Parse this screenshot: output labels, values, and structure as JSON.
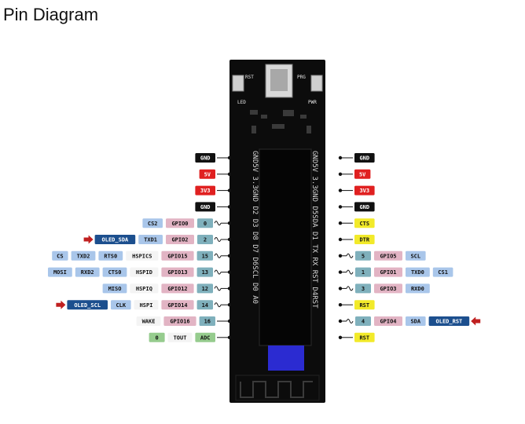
{
  "page": {
    "title": "Pin Diagram"
  },
  "colors": {
    "black": "#111111",
    "red": "#e02020",
    "yellow": "#f2ea2a",
    "gpio": "#e2b4c4",
    "num": "#7fb0bc",
    "func": "#a9c6ea",
    "white": "#f4f4f4",
    "darkblue": "#1c4f8e",
    "green": "#96cc8e",
    "arrow": "#c02020",
    "board": "#0c0c0c",
    "screen": "#111111",
    "oledblue": "#2b2bd1"
  },
  "board": {
    "left_silk": "GND5V 3.3GND D2 D3 D8 D7 D6SCL D0 A0",
    "right_silk": "GND5V 3.3GND D5SDA D1 TX RX RST D4RST",
    "top_left_tag": "RST",
    "top_right_tag": "PRG",
    "left_label_small": "LED",
    "right_label_small": "PWR"
  },
  "left_rows": [
    {
      "labels": [
        {
          "text": "GND",
          "color": "black"
        }
      ],
      "wave": false
    },
    {
      "labels": [
        {
          "text": "5V",
          "color": "red"
        }
      ],
      "wave": false
    },
    {
      "labels": [
        {
          "text": "3V3",
          "color": "red"
        }
      ],
      "wave": false
    },
    {
      "labels": [
        {
          "text": "GND",
          "color": "black"
        }
      ],
      "wave": false
    },
    {
      "labels": [
        {
          "text": "CS2",
          "color": "func"
        },
        {
          "text": "GPIO0",
          "color": "gpio"
        },
        {
          "text": "0",
          "color": "num"
        }
      ],
      "wave": true
    },
    {
      "labels": [
        {
          "text": "OLED_SDA",
          "color": "darkblue"
        },
        {
          "text": "TXD1",
          "color": "func"
        },
        {
          "text": "GPIO2",
          "color": "gpio"
        },
        {
          "text": "2",
          "color": "num"
        }
      ],
      "wave": true,
      "arrow": true
    },
    {
      "labels": [
        {
          "text": "CS",
          "color": "func"
        },
        {
          "text": "TXD2",
          "color": "func"
        },
        {
          "text": "RTS0",
          "color": "func"
        },
        {
          "text": "HSPICS",
          "color": "white"
        },
        {
          "text": "GPIO15",
          "color": "gpio"
        },
        {
          "text": "15",
          "color": "num"
        }
      ],
      "wave": true
    },
    {
      "labels": [
        {
          "text": "MOSI",
          "color": "func"
        },
        {
          "text": "RXD2",
          "color": "func"
        },
        {
          "text": "CTS0",
          "color": "func"
        },
        {
          "text": "HSPID",
          "color": "white"
        },
        {
          "text": "GPIO13",
          "color": "gpio"
        },
        {
          "text": "13",
          "color": "num"
        }
      ],
      "wave": true
    },
    {
      "labels": [
        {
          "text": "MISO",
          "color": "func"
        },
        {
          "text": "HSPIQ",
          "color": "white"
        },
        {
          "text": "GPIO12",
          "color": "gpio"
        },
        {
          "text": "12",
          "color": "num"
        }
      ],
      "wave": true
    },
    {
      "labels": [
        {
          "text": "OLED_SCL",
          "color": "darkblue"
        },
        {
          "text": "CLK",
          "color": "func"
        },
        {
          "text": "HSPI",
          "color": "white"
        },
        {
          "text": "GPIO14",
          "color": "gpio"
        },
        {
          "text": "14",
          "color": "num"
        }
      ],
      "wave": true,
      "arrow": true
    },
    {
      "labels": [
        {
          "text": "WAKE",
          "color": "white"
        },
        {
          "text": "GPIO16",
          "color": "gpio"
        },
        {
          "text": "16",
          "color": "num"
        }
      ],
      "wave": false
    },
    {
      "labels": [
        {
          "text": "0",
          "color": "green"
        },
        {
          "text": "TOUT",
          "color": "white"
        },
        {
          "text": "ADC",
          "color": "green"
        }
      ],
      "wave": false
    }
  ],
  "right_rows": [
    {
      "labels": [
        {
          "text": "GND",
          "color": "black"
        }
      ],
      "wave": false
    },
    {
      "labels": [
        {
          "text": "5V",
          "color": "red"
        }
      ],
      "wave": false
    },
    {
      "labels": [
        {
          "text": "3V3",
          "color": "red"
        }
      ],
      "wave": false
    },
    {
      "labels": [
        {
          "text": "GND",
          "color": "black"
        }
      ],
      "wave": false
    },
    {
      "labels": [
        {
          "text": "CTS",
          "color": "yellow"
        }
      ],
      "wave": false
    },
    {
      "labels": [
        {
          "text": "DTR",
          "color": "yellow"
        }
      ],
      "wave": false
    },
    {
      "labels": [
        {
          "text": "5",
          "color": "num"
        },
        {
          "text": "GPIO5",
          "color": "gpio"
        },
        {
          "text": "SCL",
          "color": "func"
        }
      ],
      "wave": true
    },
    {
      "labels": [
        {
          "text": "1",
          "color": "num"
        },
        {
          "text": "GPIO1",
          "color": "gpio"
        },
        {
          "text": "TXD0",
          "color": "func"
        },
        {
          "text": "CS1",
          "color": "func"
        }
      ],
      "wave": true
    },
    {
      "labels": [
        {
          "text": "3",
          "color": "num"
        },
        {
          "text": "GPIO3",
          "color": "gpio"
        },
        {
          "text": "RXD0",
          "color": "func"
        }
      ],
      "wave": true
    },
    {
      "labels": [
        {
          "text": "RST",
          "color": "yellow"
        }
      ],
      "wave": false
    },
    {
      "labels": [
        {
          "text": "4",
          "color": "num"
        },
        {
          "text": "GPIO4",
          "color": "gpio"
        },
        {
          "text": "SDA",
          "color": "func"
        },
        {
          "text": "OLED_RST",
          "color": "darkblue"
        }
      ],
      "wave": true,
      "arrow": true
    },
    {
      "labels": [
        {
          "text": "RST",
          "color": "yellow"
        }
      ],
      "wave": false
    }
  ]
}
